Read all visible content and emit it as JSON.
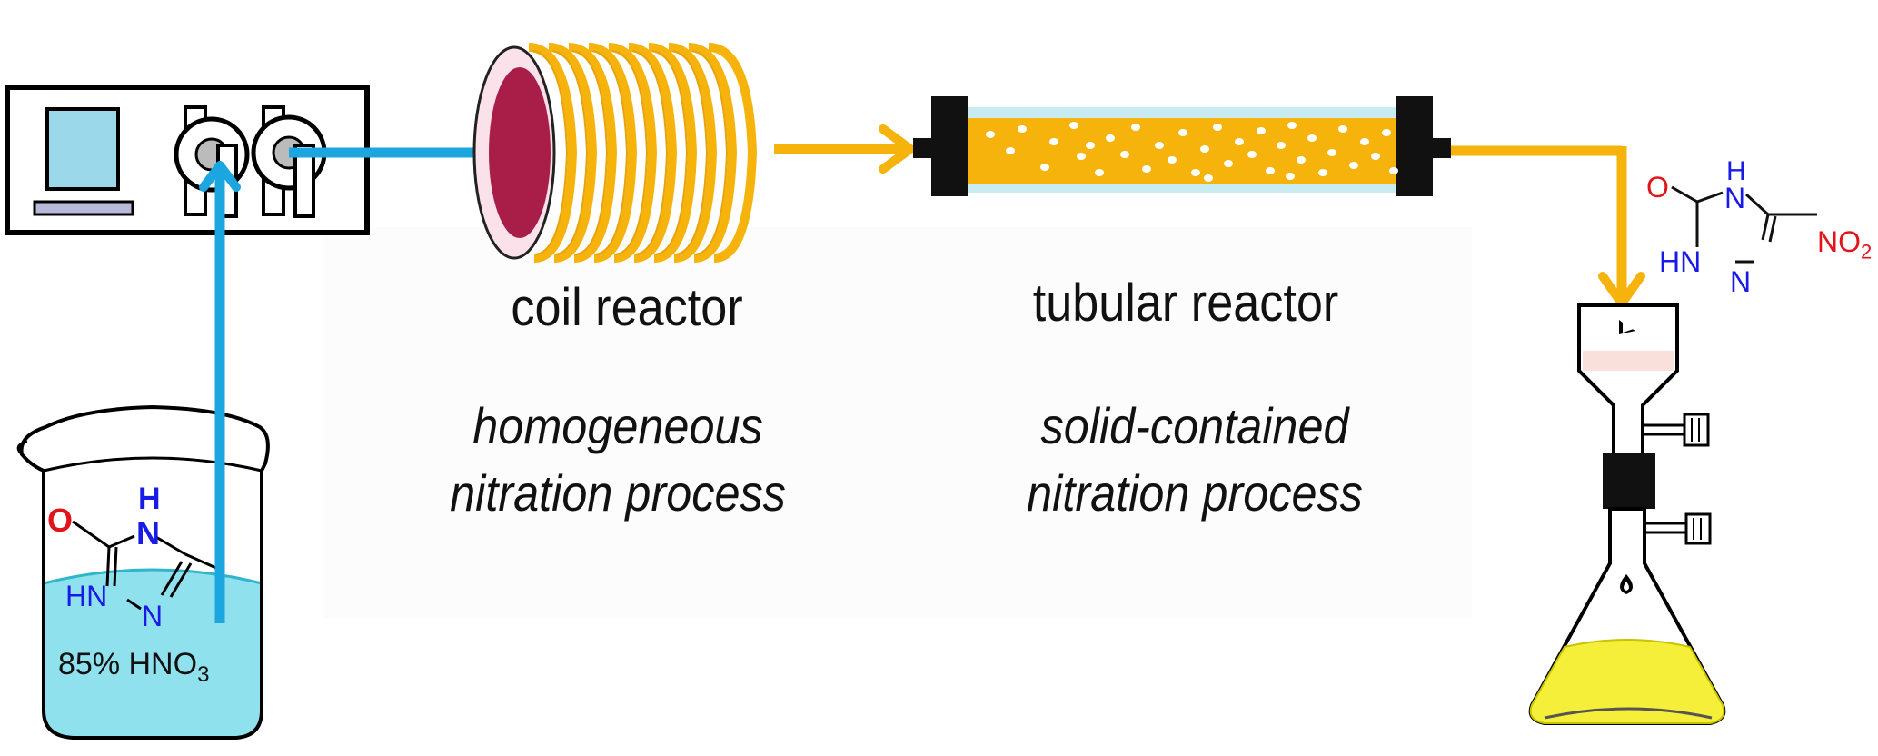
{
  "labels": {
    "coil_reactor": "coil reactor",
    "tubular_reactor": "tubular reactor",
    "homogeneous_line1": "homogeneous",
    "homogeneous_line2": "nitration process",
    "solid_line1": "solid-contained",
    "solid_line2": "nitration process"
  },
  "beaker": {
    "reagent_prefix": "85% HNO",
    "reagent_subscript": "3",
    "molecule": {
      "O": "O",
      "H": "H",
      "N_top": "N",
      "HN": "HN",
      "N_bottom": "N"
    }
  },
  "product": {
    "O": "O",
    "H": "H",
    "N_top": "N",
    "HN": "HN",
    "N_bottom": "N",
    "NO": "NO",
    "NO_sub": "2"
  },
  "colors": {
    "blue_flow": "#1ba6e0",
    "orange_flow": "#f5b30c",
    "beaker_liquid": "#8fe1ee",
    "coil_face": "#a81e49",
    "flask_liquid": "#f5ef3a",
    "nitro_red": "#e0141a",
    "nitrogen_blue": "#1a1ae6"
  }
}
